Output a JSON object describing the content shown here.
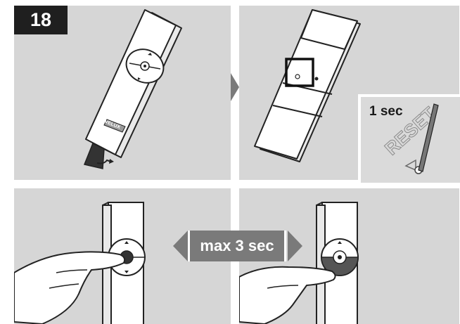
{
  "step": {
    "number": "18"
  },
  "inset": {
    "duration_label": "1 sec",
    "reset_text": "RESET"
  },
  "remote": {
    "brand_label": "VELUX"
  },
  "callout": {
    "duration_label": "max 3 sec"
  },
  "colors": {
    "panel_background": "#d6d6d6",
    "badge_background": "#1f1f1f",
    "callout_background": "#7a7a7a",
    "device_outline": "#222222"
  },
  "icons": [
    "hand-pointer-icon",
    "up-arrow-icon",
    "down-arrow-icon",
    "pen-stylus-icon"
  ]
}
